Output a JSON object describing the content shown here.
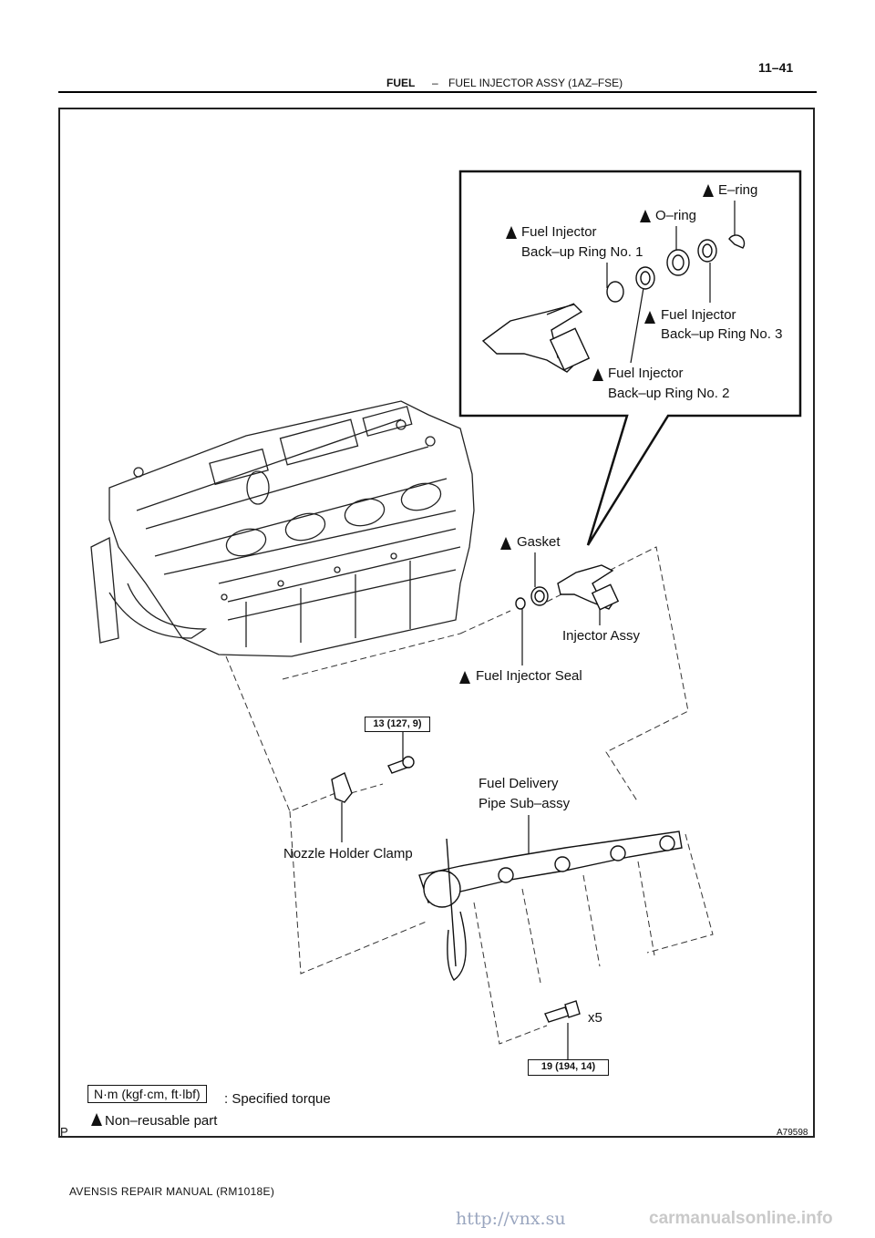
{
  "header": {
    "page_number": "11–41",
    "section": "FUEL",
    "dash": "–",
    "title": "FUEL INJECTOR ASSY (1AZ–FSE)"
  },
  "figure": {
    "corner_mark": "P",
    "figure_id": "A79598",
    "labels": {
      "e_ring": "E–ring",
      "o_ring": "O–ring",
      "backup1_line1": "Fuel Injector",
      "backup1_line2": "Back–up Ring No. 1",
      "backup3_line1": "Fuel Injector",
      "backup3_line2": "Back–up Ring No. 3",
      "backup2_line1": "Fuel Injector",
      "backup2_line2": "Back–up Ring No. 2",
      "gasket": "Gasket",
      "injector_assy": "Injector Assy",
      "injector_seal": "Fuel Injector Seal",
      "delivery_line1": "Fuel Delivery",
      "delivery_line2": "Pipe Sub–assy",
      "clamp": "Nozzle Holder Clamp",
      "quantity": "x5"
    },
    "torques": {
      "clamp_bolt": "13 (127, 9)",
      "pipe_bolt": "19 (194, 14)"
    },
    "legend": {
      "units": "N·m (kgf·cm, ft·lbf)",
      "specified_torque": ": Specified torque",
      "non_reusable": "Non–reusable part"
    }
  },
  "footer": {
    "manual": "AVENSIS REPAIR MANUAL   (RM1018E)"
  },
  "watermark": {
    "url": "http://vnx.su",
    "site": "carmanualsonline.info"
  }
}
